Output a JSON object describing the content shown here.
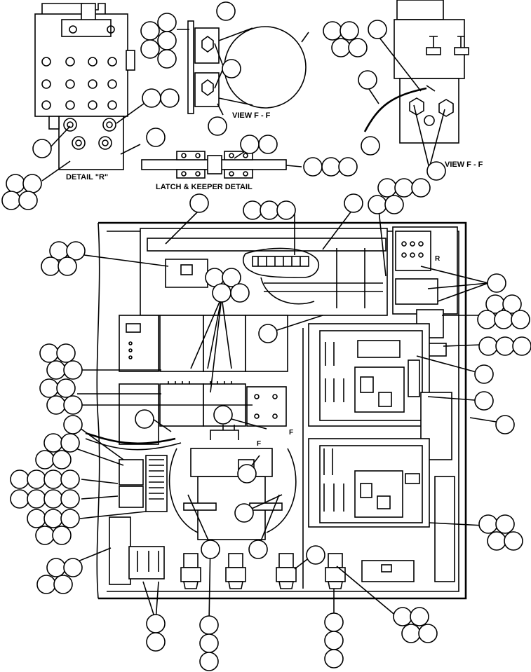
{
  "labels": {
    "detail_r": "DETAIL \"R\"",
    "view_ff_1": "VIEW F - F",
    "view_ff_2": "VIEW F - F",
    "latch_keeper": "LATCH & KEEPER DETAIL",
    "mark_r": "R",
    "mark_f1": "F",
    "mark_f2": "F"
  },
  "colors": {
    "line": "#000000",
    "background": "#ffffff"
  }
}
